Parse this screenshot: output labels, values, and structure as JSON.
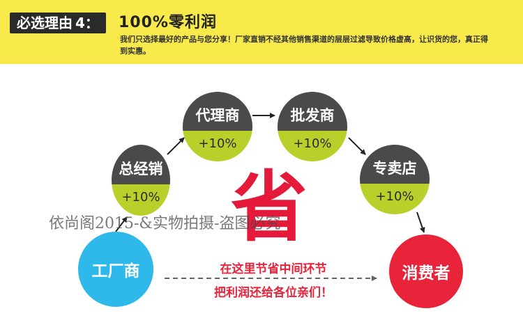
{
  "header": {
    "badge_label": "必选理由",
    "badge_number": "4：",
    "title": "100%零利润",
    "description": "我们只选择最好的产品与您分享！厂家直销不经其他销售渠道的层层过滤导致价格虚高，让识货的您，真正得到实惠。"
  },
  "chain": {
    "factory": "工厂商",
    "general_seller": {
      "name": "总经销",
      "markup": "+10%"
    },
    "agent": {
      "name": "代理商",
      "markup": "+10%"
    },
    "wholesaler": {
      "name": "批发商",
      "markup": "+10%"
    },
    "retailer": {
      "name": "专卖店",
      "markup": "+10%"
    },
    "consumer": "消费者"
  },
  "center": {
    "save_char": "省",
    "slogan_line1": "在这里节省中间环节",
    "slogan_line2": "把利润还给各位亲们！"
  },
  "watermark": "依尚阁2015-&实物拍摄-盗图必究",
  "colors": {
    "banner": "#f9ea4b",
    "dark": "#4a4a4a",
    "lime": "#b9cf2a",
    "factory_blue": "#2fb8ea",
    "consumer_red": "#e8233a"
  }
}
